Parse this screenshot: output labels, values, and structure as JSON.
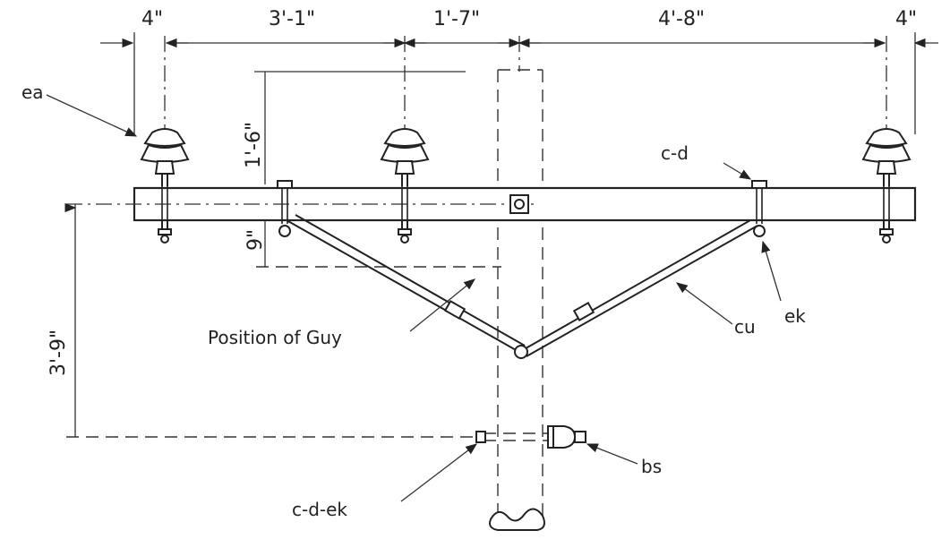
{
  "dimensions": {
    "left_overhang": "4\"",
    "span_left": "3'-1\"",
    "span_center": "1'-7\"",
    "span_right": "4'-8\"",
    "right_overhang": "4\"",
    "pin_height": "1'-6\"",
    "brace_drop": "9\"",
    "guy_drop": "3'-9\""
  },
  "labels": {
    "insulator": "ea",
    "bolt": "c-d",
    "brace": "cu",
    "washer": "ek",
    "guy_position": "Position of Guy",
    "guy_bolt": "c-d-ek",
    "guy_attachment": "bs"
  }
}
